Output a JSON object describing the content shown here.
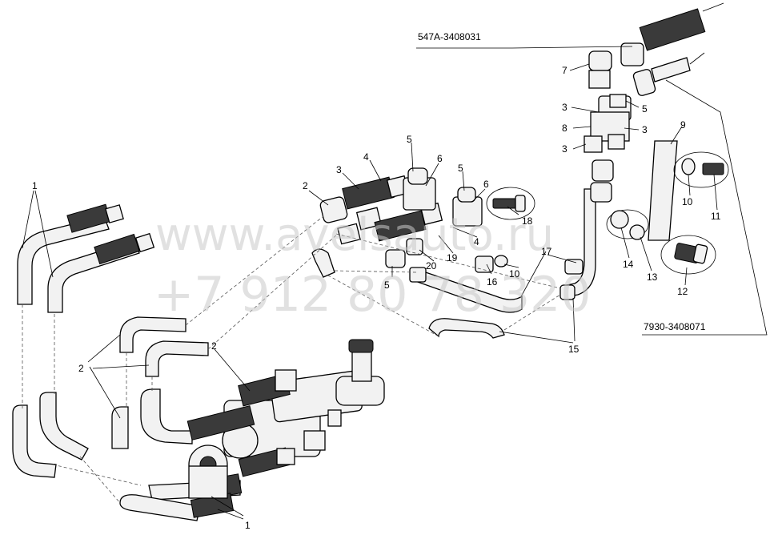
{
  "codes": {
    "top": "547A-3408031",
    "right": "7930-3408071"
  },
  "watermark": {
    "site": "www.avelsauto.ru",
    "phone": "+7 912 80 78 320"
  },
  "labels": [
    {
      "id": "n1a",
      "text": "1"
    },
    {
      "id": "n1b",
      "text": "1"
    },
    {
      "id": "n2a",
      "text": "2"
    },
    {
      "id": "n2b",
      "text": "2"
    },
    {
      "id": "n2c",
      "text": "2"
    },
    {
      "id": "n3a",
      "text": "3"
    },
    {
      "id": "n3b",
      "text": "3"
    },
    {
      "id": "n3c",
      "text": "3"
    },
    {
      "id": "n3d",
      "text": "3"
    },
    {
      "id": "n4a",
      "text": "4"
    },
    {
      "id": "n4b",
      "text": "4"
    },
    {
      "id": "n5a",
      "text": "5"
    },
    {
      "id": "n5b",
      "text": "5"
    },
    {
      "id": "n5c",
      "text": "5"
    },
    {
      "id": "n5d",
      "text": "5"
    },
    {
      "id": "n6a",
      "text": "6"
    },
    {
      "id": "n6b",
      "text": "6"
    },
    {
      "id": "n7",
      "text": "7"
    },
    {
      "id": "n8",
      "text": "8"
    },
    {
      "id": "n9",
      "text": "9"
    },
    {
      "id": "n10a",
      "text": "10"
    },
    {
      "id": "n10b",
      "text": "10"
    },
    {
      "id": "n11",
      "text": "11"
    },
    {
      "id": "n12",
      "text": "12"
    },
    {
      "id": "n13",
      "text": "13"
    },
    {
      "id": "n14",
      "text": "14"
    },
    {
      "id": "n15",
      "text": "15"
    },
    {
      "id": "n16",
      "text": "16"
    },
    {
      "id": "n17",
      "text": "17"
    },
    {
      "id": "n18",
      "text": "18"
    },
    {
      "id": "n19",
      "text": "19"
    },
    {
      "id": "n20",
      "text": "20"
    }
  ]
}
